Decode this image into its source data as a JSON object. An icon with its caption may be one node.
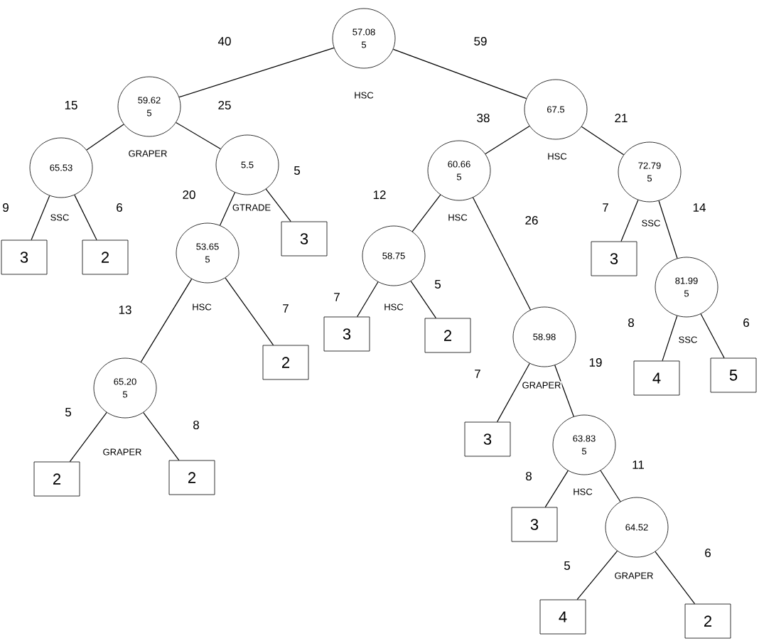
{
  "diagram": {
    "nodes": [
      {
        "text": [
          "57.08",
          "5"
        ],
        "beside": [
          "HSC"
        ]
      },
      {
        "text": [
          "59.62",
          "5"
        ],
        "beside": [
          "GRAPER"
        ]
      },
      {
        "text": [
          "65.53"
        ],
        "beside": [
          "SSC"
        ]
      },
      {
        "text": [
          "3"
        ]
      },
      {
        "text": [
          "2"
        ]
      },
      {
        "text": [
          "5.5"
        ],
        "beside": [
          "GTRADE"
        ]
      },
      {
        "text": [
          "53.65",
          "5"
        ],
        "beside": [
          "HSC"
        ]
      },
      {
        "text": [
          "65.20",
          "5"
        ],
        "beside": [
          "GRAPER"
        ]
      },
      {
        "text": [
          "2"
        ]
      },
      {
        "text": [
          "2"
        ]
      },
      {
        "text": [
          "2"
        ]
      },
      {
        "text": [
          "3"
        ]
      },
      {
        "text": [
          "67.5"
        ],
        "beside": [
          "HSC"
        ]
      },
      {
        "text": [
          "60.66",
          "5"
        ],
        "beside": [
          "HSC"
        ]
      },
      {
        "text": [
          "58.75"
        ],
        "beside": [
          "HSC"
        ]
      },
      {
        "text": [
          "3"
        ]
      },
      {
        "text": [
          "2"
        ]
      },
      {
        "text": [
          "58.98"
        ],
        "beside": [
          "GRAPER"
        ]
      },
      {
        "text": [
          "3"
        ]
      },
      {
        "text": [
          "63.83",
          "5"
        ],
        "beside": [
          "HSC"
        ]
      },
      {
        "text": [
          "3"
        ]
      },
      {
        "text": [
          "64.52"
        ],
        "beside": [
          "GRAPER"
        ]
      },
      {
        "text": [
          "4"
        ]
      },
      {
        "text": [
          "2"
        ]
      },
      {
        "text": [
          "72.79",
          "5"
        ],
        "beside": [
          "SSC"
        ]
      },
      {
        "text": [
          "3"
        ]
      },
      {
        "text": [
          "81.99",
          "5"
        ],
        "beside": [
          "SSC"
        ]
      },
      {
        "text": [
          "4"
        ]
      },
      {
        "text": [
          "5"
        ]
      }
    ],
    "edges": [
      {
        "from": 0,
        "to": 1,
        "arrow": "none",
        "label": "40"
      },
      {
        "from": 0,
        "to": 12,
        "arrow": "none",
        "label": "59"
      },
      {
        "from": 1,
        "to": 2,
        "arrow": "none",
        "label": "15"
      },
      {
        "from": 1,
        "to": 5,
        "arrow": "none",
        "label": "25"
      },
      {
        "from": 2,
        "to": 3,
        "arrow": "none",
        "label": "9"
      },
      {
        "from": 2,
        "to": 4,
        "arrow": "none",
        "label": "6"
      },
      {
        "from": 5,
        "to": 6,
        "arrow": "none",
        "label": "20"
      },
      {
        "from": 5,
        "to": 11,
        "arrow": "none",
        "label": "5"
      },
      {
        "from": 6,
        "to": 7,
        "arrow": "none",
        "label": "13"
      },
      {
        "from": 6,
        "to": 10,
        "arrow": "none",
        "label": "7"
      },
      {
        "from": 7,
        "to": 8,
        "arrow": "none",
        "label": "5"
      },
      {
        "from": 7,
        "to": 9,
        "arrow": "none",
        "label": "8"
      },
      {
        "from": 12,
        "to": 13,
        "arrow": "none",
        "label": "38"
      },
      {
        "from": 12,
        "to": 24,
        "arrow": "none",
        "label": "21"
      },
      {
        "from": 13,
        "to": 14,
        "arrow": "none",
        "label": "12"
      },
      {
        "from": 13,
        "to": 17,
        "arrow": "none",
        "label": "26"
      },
      {
        "from": 14,
        "to": 15,
        "arrow": "none",
        "label": "7"
      },
      {
        "from": 14,
        "to": 16,
        "arrow": "none",
        "label": "5"
      },
      {
        "from": 17,
        "to": 18,
        "arrow": "none",
        "label": "7"
      },
      {
        "from": 17,
        "to": 19,
        "arrow": "none",
        "label": "19"
      },
      {
        "from": 19,
        "to": 20,
        "arrow": "none",
        "label": "8"
      },
      {
        "from": 19,
        "to": 21,
        "arrow": "none",
        "label": "11"
      },
      {
        "from": 21,
        "to": 22,
        "arrow": "none",
        "label": "5"
      },
      {
        "from": 21,
        "to": 23,
        "arrow": "none",
        "label": "6"
      },
      {
        "from": 24,
        "to": 25,
        "arrow": "none",
        "label": "7"
      },
      {
        "from": 24,
        "to": 26,
        "arrow": "none",
        "label": "14"
      },
      {
        "from": 26,
        "to": 27,
        "arrow": "none",
        "label": "8"
      },
      {
        "from": 26,
        "to": 28,
        "arrow": "none",
        "label": "6"
      }
    ]
  }
}
